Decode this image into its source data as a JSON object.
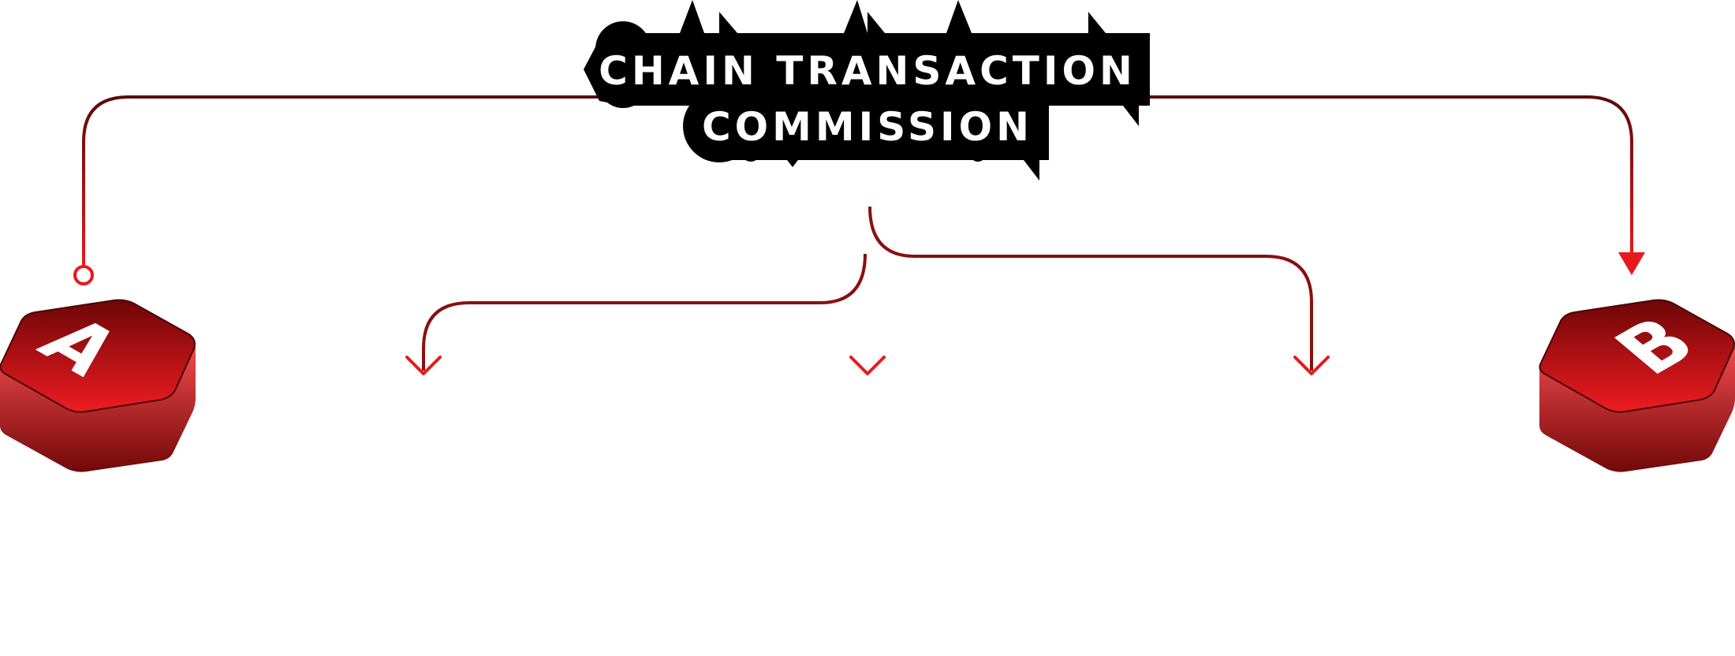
{
  "title": {
    "line1": "CHAIN TRANSACTION",
    "line2": "COMMISSION"
  },
  "nodes": {
    "left": {
      "label": "A"
    },
    "right": {
      "label": "B"
    }
  },
  "colors": {
    "line_dark": "#5a0a0a",
    "line_red": "#e8191c",
    "node_top_dark": "#6e0606",
    "node_top_light": "#ee1c22",
    "node_side_light": "#f04a4e",
    "node_side_dark": "#720808",
    "title_bg": "#000000",
    "title_text": "#ffffff"
  },
  "icons": {
    "start_marker": "ring-marker-icon",
    "end_marker": "triangle-arrowhead-icon",
    "branch_marker": "chevron-down-icon"
  }
}
